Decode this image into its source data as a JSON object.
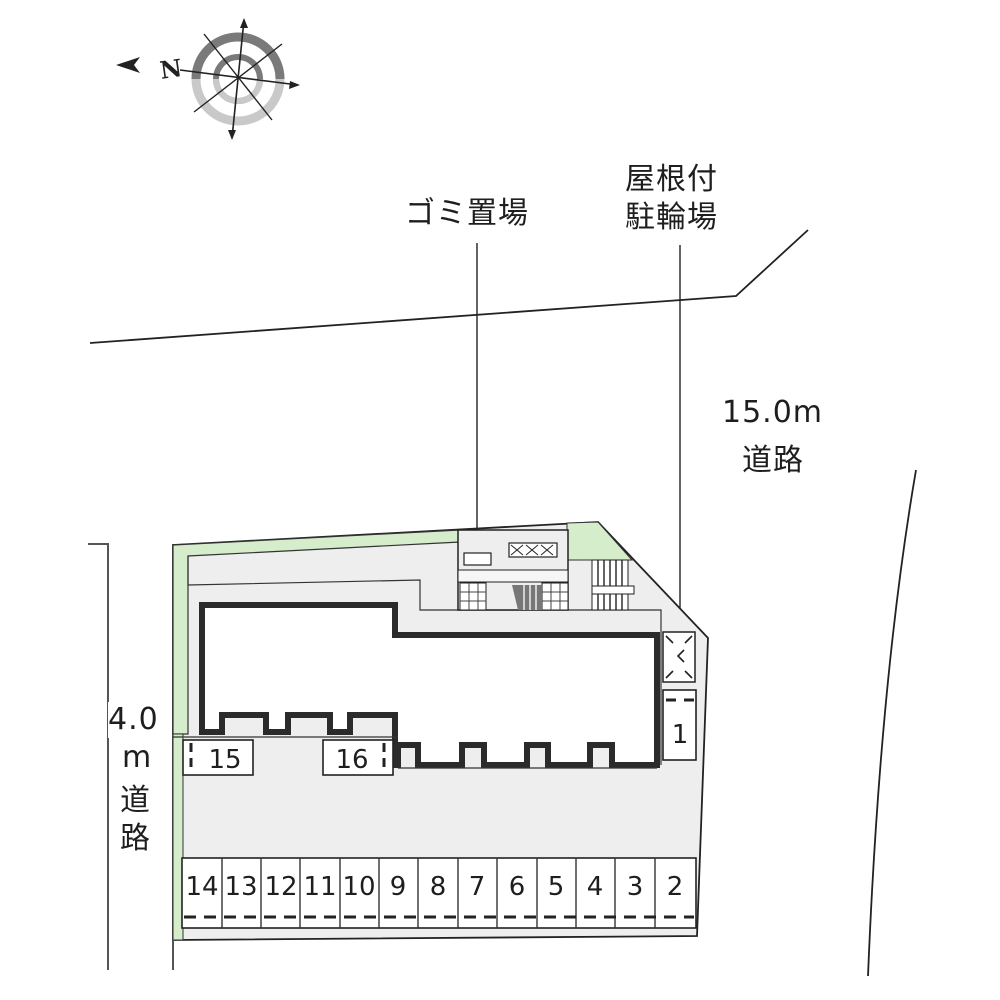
{
  "compass": {
    "north_label": "N",
    "icon": "compass-rose-icon"
  },
  "labels": {
    "garbage": "ゴミ置場",
    "bike_parking_line1": "屋根付",
    "bike_parking_line2": "駐輪場",
    "road_east_width": "15.0m",
    "road_east_name": "道路",
    "road_west_width_a": "4.0",
    "road_west_width_b": "m",
    "road_west_name_a": "道",
    "road_west_name_b": "路"
  },
  "parking": {
    "row_stalls": [
      "14",
      "13",
      "12",
      "11",
      "10",
      "9",
      "8",
      "7",
      "6",
      "5",
      "4",
      "3",
      "2"
    ],
    "stall_1": "1",
    "stall_15": "15",
    "stall_16": "16"
  },
  "colors": {
    "greenery": "#d6edcb",
    "paving": "#eeeeee",
    "building_wall": "#2b2b2b",
    "line": "#222222"
  }
}
